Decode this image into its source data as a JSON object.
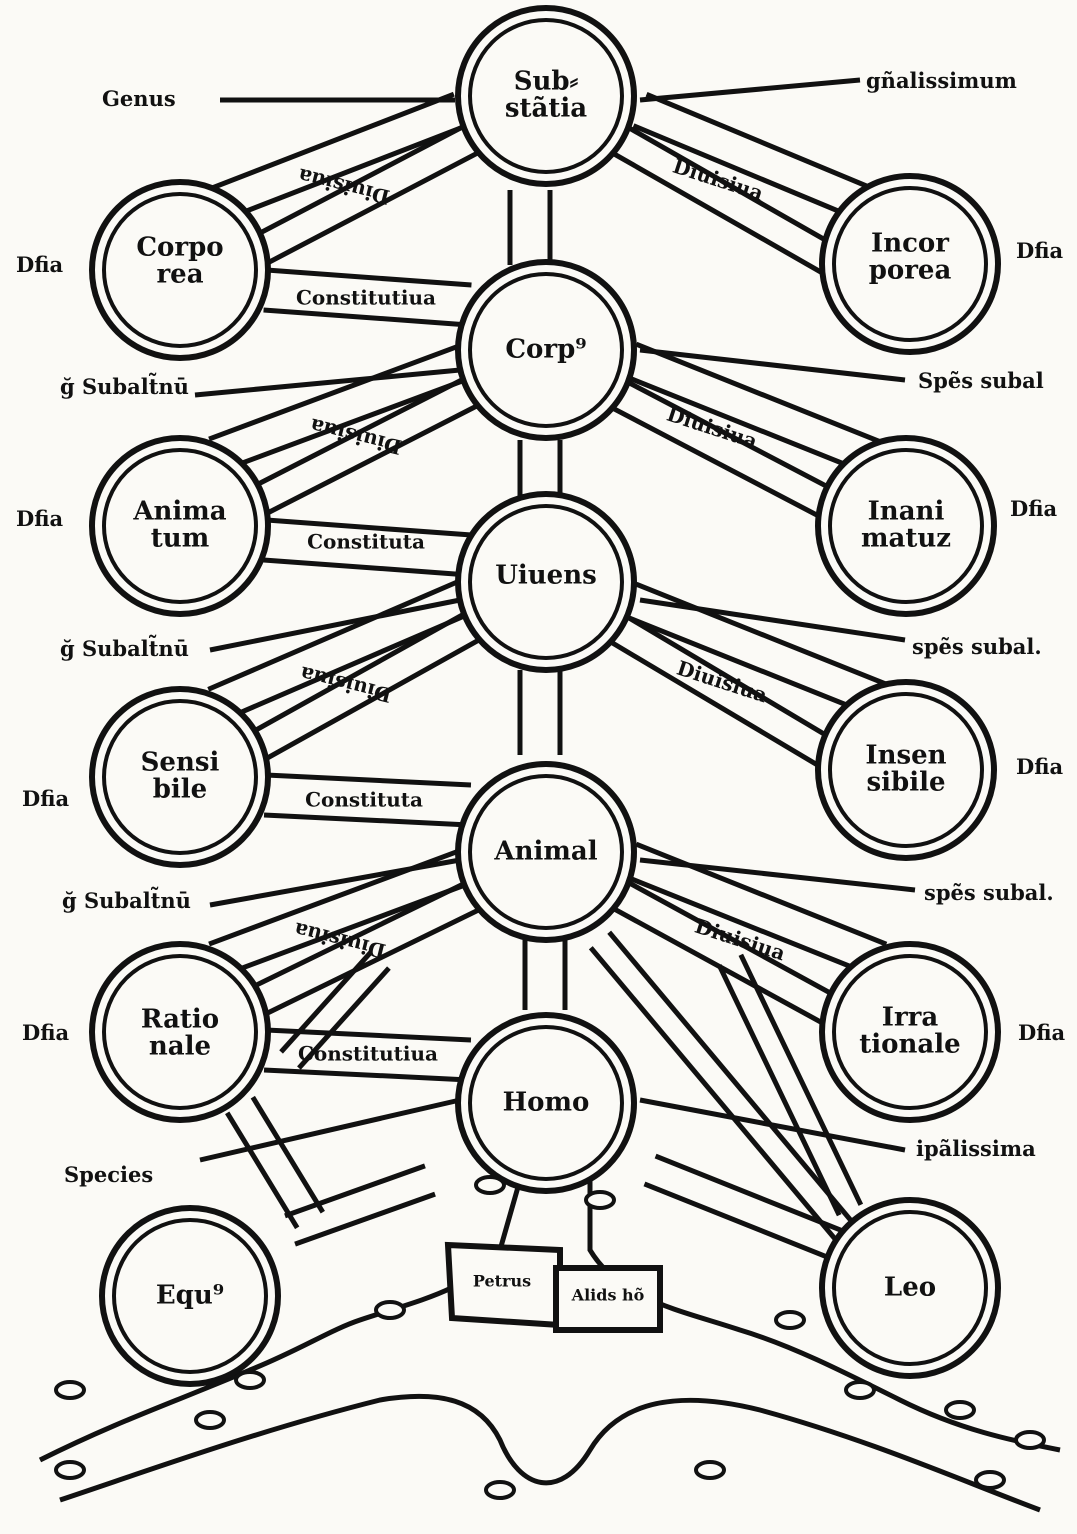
{
  "colors": {
    "ink": "#111111",
    "paper": "#fbfaf6"
  },
  "nodes": [
    {
      "id": "substantia",
      "label": "Sub⸗\nstãtia"
    },
    {
      "id": "corporea",
      "label": "Corpo\nrea"
    },
    {
      "id": "incorporea",
      "label": "Incor\nporea"
    },
    {
      "id": "corpus",
      "label": "Corp⁹"
    },
    {
      "id": "animatum",
      "label": "Anima\ntum"
    },
    {
      "id": "inanimatum",
      "label": "Inani\nmatuz"
    },
    {
      "id": "vivens",
      "label": "Uiuens"
    },
    {
      "id": "sensibile",
      "label": "Sensi\nbile"
    },
    {
      "id": "insensibile",
      "label": "Insen\nsibile"
    },
    {
      "id": "animal",
      "label": "Animal"
    },
    {
      "id": "rationale",
      "label": "Ratio\nnale"
    },
    {
      "id": "irrationale",
      "label": "Irra\ntionale"
    },
    {
      "id": "homo",
      "label": "Homo"
    },
    {
      "id": "equus",
      "label": "Equ⁹"
    },
    {
      "id": "leo",
      "label": "Leo"
    }
  ],
  "side_labels": {
    "genus": "Genus",
    "generalissimum": "gñalissimum",
    "dfia_corporea": "Dfia",
    "dfia_incorporea": "Dfia",
    "g_subalternum_1": "ğ Subalt̃nū",
    "species_subalterna_1": "Spẽs subal",
    "dfia_animatum": "Dfia",
    "dfia_inanimatum": "Dfia",
    "g_subalternum_2": "ğ Subalt̃nū",
    "species_subalterna_2": "spẽs subal.",
    "dfia_sensibile": "Dfia",
    "dfia_insensibile": "Dfia",
    "g_subalternum_3": "ğ Subalt̃nū",
    "species_subalterna_3": "spẽs subal.",
    "dfia_rationale": "Dfia",
    "dfia_irrationale": "Dfia",
    "species": "Species",
    "specialissima": "ipãlissima"
  },
  "band_labels": {
    "divisiva_l1": "Diuisiua",
    "divisiva_r1": "Diuisiua",
    "constitutiva_1": "Constitutiua",
    "divisiva_l2": "Diuisiua",
    "divisiva_r2": "Diuisiua",
    "constitutiva_2": "Constituta",
    "divisiva_l3": "Diuisiua",
    "divisiva_r3": "Diuisiua",
    "constitutiva_3": "Constituta",
    "divisiva_l4": "Diuisiua",
    "divisiva_r4": "Diuisiua",
    "constitutiva_4": "Constitutiua"
  },
  "scroll": {
    "left": "Petrus",
    "right": "Alids hõ"
  }
}
